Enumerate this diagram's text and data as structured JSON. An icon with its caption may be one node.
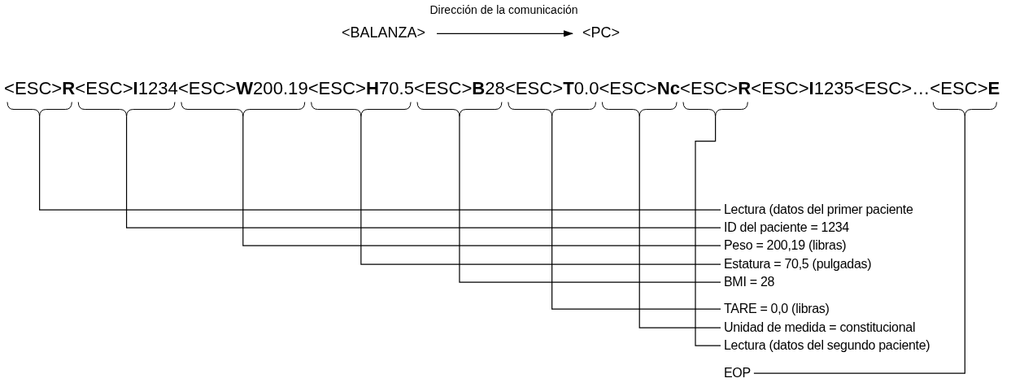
{
  "diagram": {
    "nodes": [
      {
        "text": [
          "<BALANZA>"
        ]
      },
      {
        "text": [
          "<PC>"
        ]
      },
      {
        "text": [
          "<ESC>**R**"
        ]
      },
      {
        "text": [
          "<ESC>**I**1234"
        ]
      },
      {
        "text": [
          "<ESC>**W**200.19"
        ]
      },
      {
        "text": [
          "<ESC>**H**70.5"
        ]
      },
      {
        "text": [
          "<ESC>**B**28"
        ]
      },
      {
        "text": [
          "<ESC>**T**0.0"
        ]
      },
      {
        "text": [
          "<ESC>**Nc**"
        ]
      },
      {
        "text": [
          "<ESC>**R**"
        ]
      },
      {
        "text": [
          "<ESC>**E**"
        ]
      },
      {
        "text": [
          "Lectura (datos del primer paciente"
        ]
      },
      {
        "text": [
          "ID del paciente = 1234"
        ]
      },
      {
        "text": [
          "Peso = 200,19 (libras)"
        ]
      },
      {
        "text": [
          "Estatura = 70,5 (pulgadas)"
        ]
      },
      {
        "text": [
          "BMI = 28"
        ]
      },
      {
        "text": [
          "TARE = 0,0 (libras)"
        ]
      },
      {
        "text": [
          "Unidad de medida = constitucional"
        ]
      },
      {
        "text": [
          "Lectura (datos del segundo paciente)"
        ]
      },
      {
        "text": [
          "EOP"
        ]
      }
    ],
    "edges": [
      {
        "from": 0,
        "to": 1,
        "arrow": "to",
        "label": "Dirección de la comunicación"
      },
      {
        "from": 11,
        "to": 2,
        "arrow": "none"
      },
      {
        "from": 12,
        "to": 3,
        "arrow": "none"
      },
      {
        "from": 13,
        "to": 4,
        "arrow": "none"
      },
      {
        "from": 14,
        "to": 5,
        "arrow": "none"
      },
      {
        "from": 15,
        "to": 6,
        "arrow": "none"
      },
      {
        "from": 16,
        "to": 7,
        "arrow": "none"
      },
      {
        "from": 17,
        "to": 8,
        "arrow": "none"
      },
      {
        "from": 18,
        "to": 9,
        "arrow": "none"
      },
      {
        "from": 19,
        "to": 10,
        "arrow": "none"
      }
    ],
    "labels": [
      "<ESC>**I**1235<ESC>…"
    ]
  }
}
